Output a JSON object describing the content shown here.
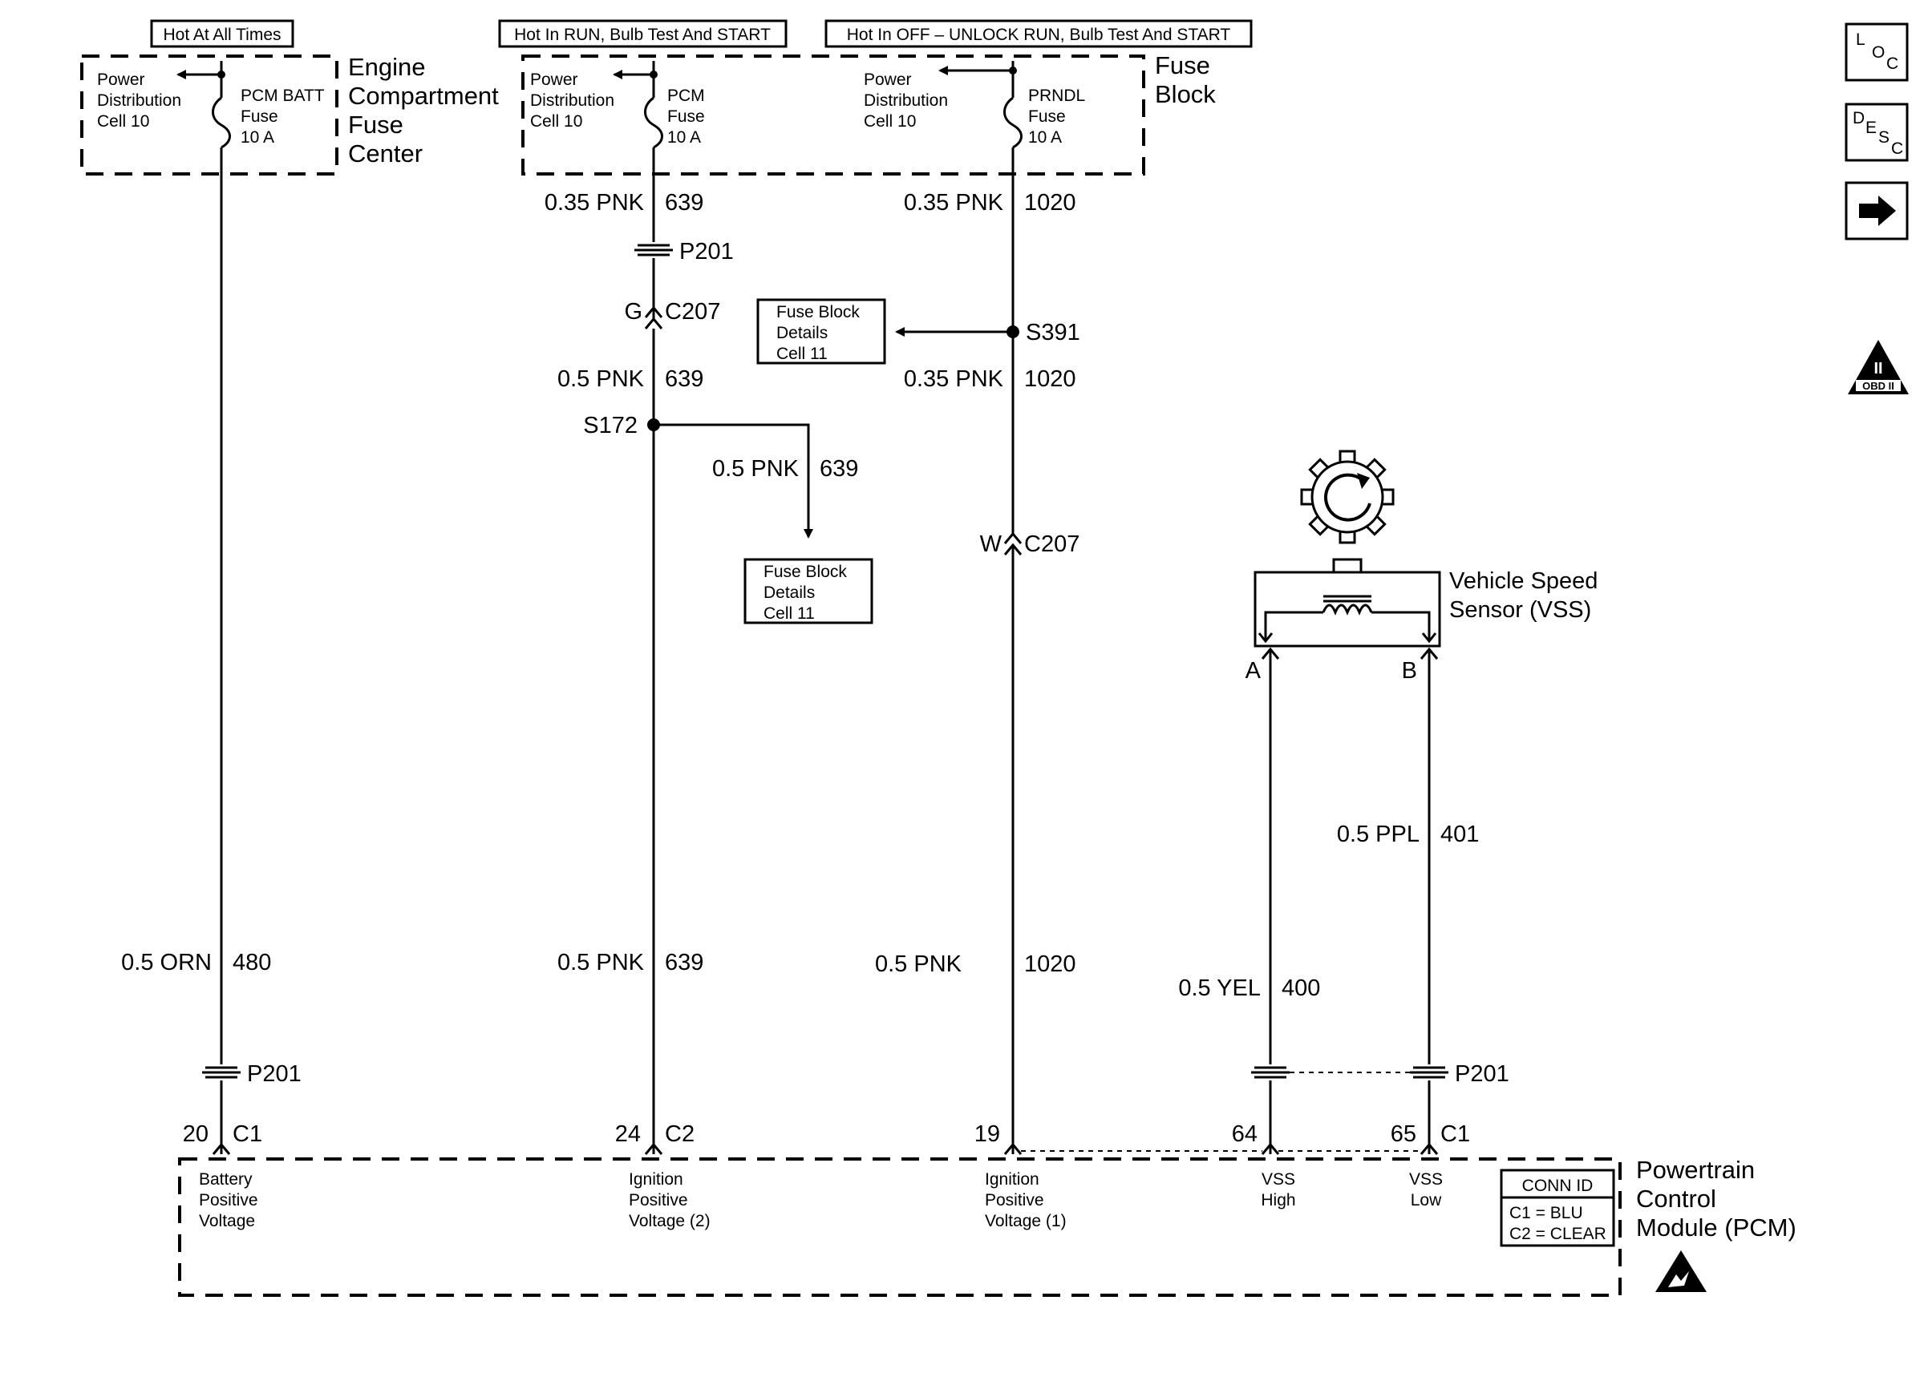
{
  "banners": {
    "hot_at_all_times": "Hot At All Times",
    "hot_in_run": "Hot In RUN, Bulb Test And START",
    "hot_in_off": "Hot In OFF – UNLOCK RUN, Bulb Test And START"
  },
  "ecfc": {
    "title_lines": [
      "Engine",
      "Compartment",
      "Fuse",
      "Center"
    ],
    "pd_lines": [
      "Power",
      "Distribution",
      "Cell 10"
    ],
    "fuse_lines": [
      "PCM BATT",
      "Fuse",
      "10 A"
    ]
  },
  "fuse_block": {
    "title_lines": [
      "Fuse",
      "Block"
    ],
    "pd1_lines": [
      "Power",
      "Distribution",
      "Cell 10"
    ],
    "pcm_fuse_lines": [
      "PCM",
      "Fuse",
      "10 A"
    ],
    "pd2_lines": [
      "Power",
      "Distribution",
      "Cell 10"
    ],
    "prndl_fuse_lines": [
      "PRNDL",
      "Fuse",
      "10 A"
    ]
  },
  "wires": {
    "w480_color": "0.5 ORN",
    "w480_circuit": "480",
    "w639_top_color": "0.35 PNK",
    "w639_top_circuit": "639",
    "w639_mid_color": "0.5 PNK",
    "w639_mid_circuit": "639",
    "w639_branch_color": "0.5 PNK",
    "w639_branch_circuit": "639",
    "w639_bot_color": "0.5 PNK",
    "w639_bot_circuit": "639",
    "w1020_top_color": "0.35 PNK",
    "w1020_top_circuit": "1020",
    "w1020_mid_color": "0.35 PNK",
    "w1020_mid_circuit": "1020",
    "w1020_bot_color": "0.5 PNK",
    "w1020_bot_circuit": "1020",
    "w400_color": "0.5 YEL",
    "w400_circuit": "400",
    "w401_color": "0.5 PPL",
    "w401_circuit": "401"
  },
  "connectors": {
    "p201": "P201",
    "c207": "C207",
    "c207_g": "G",
    "c207_w": "W",
    "s172": "S172",
    "s391": "S391"
  },
  "refs": {
    "fuse_block_details_lines": [
      "Fuse Block",
      "Details",
      "Cell 11"
    ]
  },
  "vss": {
    "title_lines": [
      "Vehicle Speed",
      "Sensor (VSS)"
    ],
    "pin_a": "A",
    "pin_b": "B"
  },
  "pcm": {
    "title_lines": [
      "Powertrain",
      "Control",
      "Module (PCM)"
    ],
    "pin_20": "20",
    "pin_20_conn": "C1",
    "pin_24": "24",
    "pin_24_conn": "C2",
    "pin_19": "19",
    "pin_64": "64",
    "pin_65": "65",
    "pin_65_conn": "C1",
    "term_batt_lines": [
      "Battery",
      "Positive",
      "Voltage"
    ],
    "term_ign2_lines": [
      "Ignition",
      "Positive",
      "Voltage (2)"
    ],
    "term_ign1_lines": [
      "Ignition",
      "Positive",
      "Voltage (1)"
    ],
    "term_vss_high_lines": [
      "VSS",
      "High"
    ],
    "term_vss_low_lines": [
      "VSS",
      "Low"
    ],
    "conn_id_title": "CONN ID",
    "conn_id_c1": "C1 = BLU",
    "conn_id_c2": "C2 = CLEAR"
  },
  "nav": {
    "loc_letters": [
      "L",
      "O",
      "C"
    ],
    "desc_letters": [
      "D",
      "E",
      "S",
      "C"
    ],
    "obd_label": "OBD II",
    "obd_numeral": "II"
  }
}
